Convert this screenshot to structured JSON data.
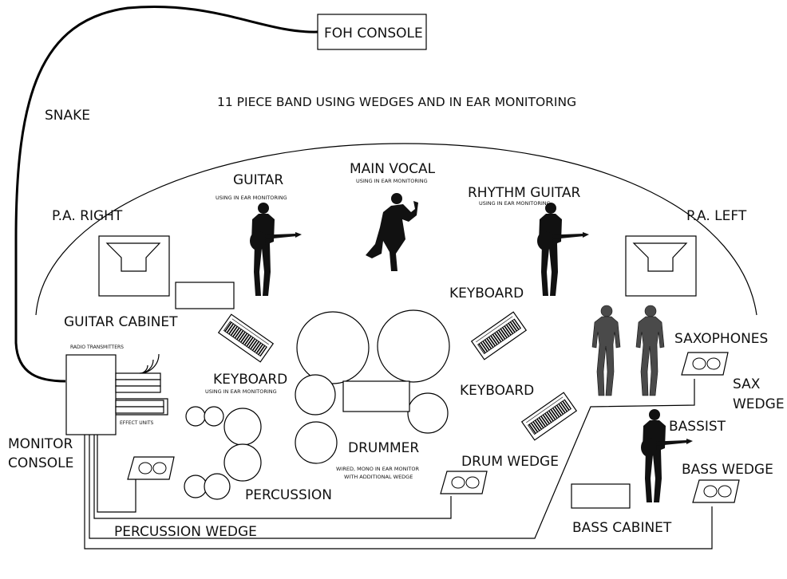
{
  "title": "11 PIECE BAND USING WEDGES AND IN EAR MONITORING",
  "labels": {
    "foh_console": "FOH CONSOLE",
    "snake": "SNAKE",
    "pa_right": "P.A. RIGHT",
    "pa_left": "P.A. LEFT",
    "guitar": "GUITAR",
    "guitar_note": "USING IN EAR MONITORING",
    "main_vocal": "MAIN VOCAL",
    "main_vocal_note": "USING IN EAR MONITORING",
    "rhythm_guitar": "RHYTHM GUITAR",
    "rhythm_guitar_note": "USING IN EAR MONITORING",
    "guitar_cabinet": "GUITAR CABINET",
    "radio_transmitters": "RADIO TRANSMITTERS",
    "effect_units": "EFFECT UNITS",
    "keyboard_left": "KEYBOARD",
    "keyboard_left_note": "USING IN EAR MONITORING",
    "keyboard_top_right": "KEYBOARD",
    "keyboard_mid_right": "KEYBOARD",
    "saxophones": "SAXOPHONES",
    "sax_wedge_1": "SAX",
    "sax_wedge_2": "WEDGE",
    "monitor_console_1": "MONITOR",
    "monitor_console_2": "CONSOLE",
    "drummer": "DRUMMER",
    "drummer_note_1": "WIRED, MONO IN EAR MONITOR",
    "drummer_note_2": "WITH ADDITIONAL WEDGE",
    "drum_wedge": "DRUM WEDGE",
    "bassist": "BASSIST",
    "bass_wedge": "BASS WEDGE",
    "percussion": "PERCUSSION",
    "percussion_wedge": "PERCUSSION WEDGE",
    "bass_cabinet": "BASS CABINET"
  },
  "colors": {
    "ink": "#111111",
    "paper": "#ffffff",
    "sax_players": "#4a4a4a"
  }
}
